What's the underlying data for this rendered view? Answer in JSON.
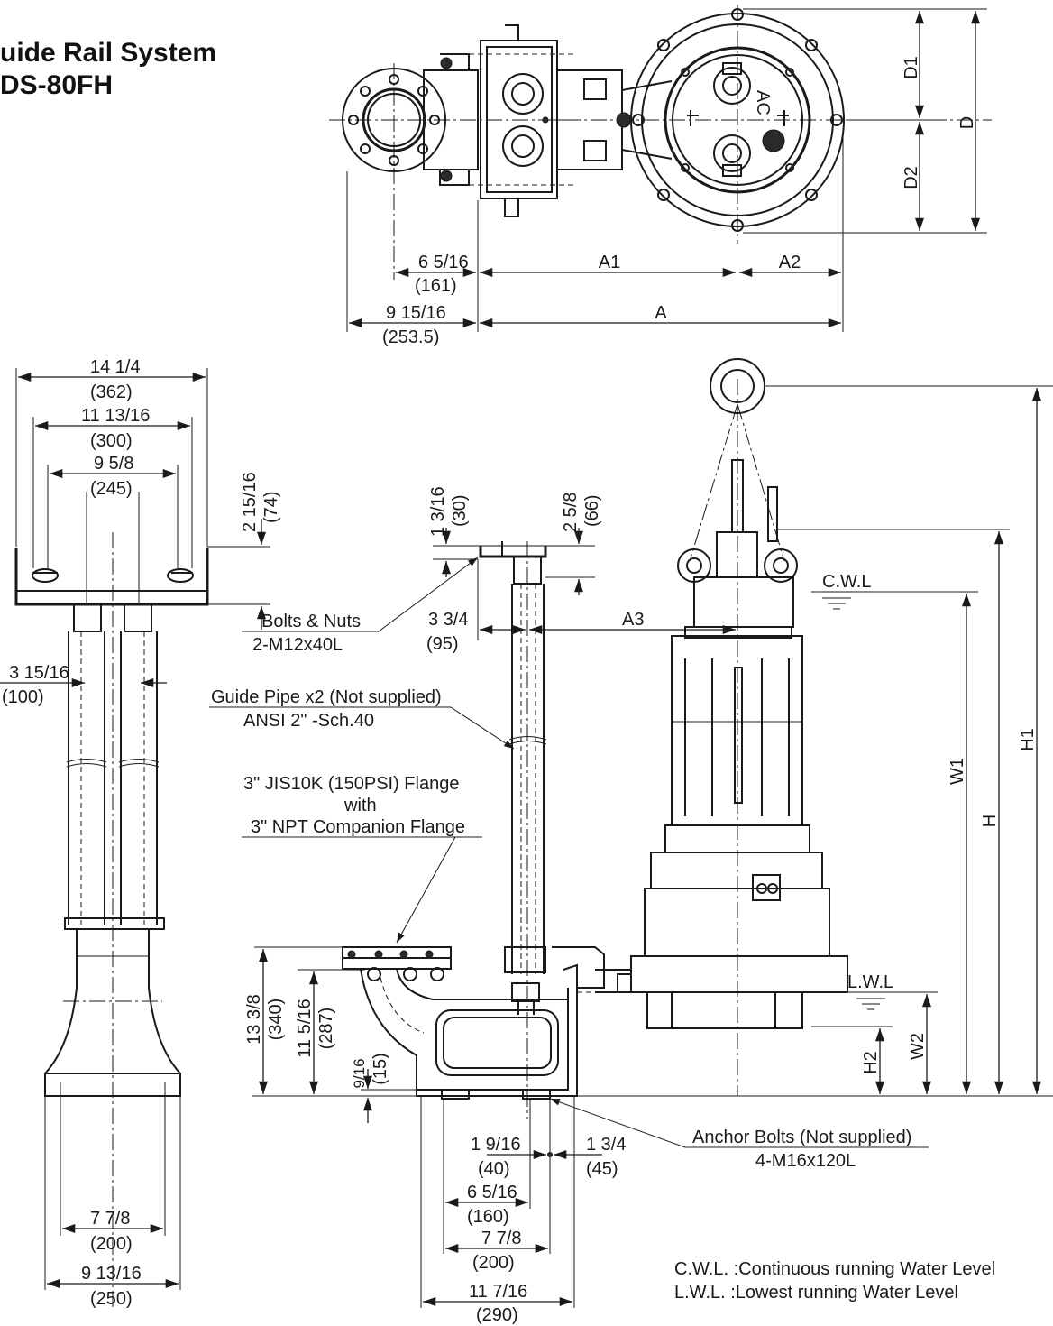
{
  "title": {
    "line1": "uide Rail System",
    "line2": "DS-80FH"
  },
  "top_view": {
    "labels": {
      "d1": "D1",
      "d": "D",
      "d2": "D2",
      "a1": "A1",
      "a2": "A2",
      "a": "A",
      "flange_offset_in": "6 5/16",
      "flange_offset_mm": "(161)",
      "flange_total_in": "9 15/16",
      "flange_total_mm": "(253.5)",
      "nameplate": "AC"
    }
  },
  "side_view": {
    "labels": {
      "width_outer_in": "14 1/4",
      "width_outer_mm": "(362)",
      "width_mid_in": "11 13/16",
      "width_mid_mm": "(300)",
      "width_inner_in": "9 5/8",
      "width_inner_mm": "(245)",
      "bracket_height_in": "2 15/16",
      "bracket_height_mm": "(74)",
      "pipe_spacing_in": "3 15/16",
      "pipe_spacing_mm": "(100)",
      "base_inner_in": "7 7/8",
      "base_inner_mm": "(200)",
      "base_outer_in": "9 13/16",
      "base_outer_mm": "(250)"
    }
  },
  "front_view": {
    "labels": {
      "top_gap_in": "1 3/16",
      "top_gap_mm": "(30)",
      "top_offset_in": "2 5/8",
      "top_offset_mm": "(66)",
      "bolt_offset_in": "3 3/4",
      "bolt_offset_mm": "(95)",
      "a3": "A3",
      "cwl": "C.W.L",
      "lwl": "L.W.L",
      "w1": "W1",
      "h": "H",
      "h1": "H1",
      "w2": "W2",
      "h2": "H2",
      "flange_height_in": "13 3/8",
      "flange_height_mm": "(340)",
      "outlet_height_in": "11 5/16",
      "outlet_height_mm": "(287)",
      "foot_in": "9/16",
      "foot_mm": "(15)",
      "anchor1_in": "1 9/16",
      "anchor1_mm": "(40)",
      "anchor2_in": "1 3/4",
      "anchor2_mm": "(45)",
      "base1_in": "6 5/16",
      "base1_mm": "(160)",
      "base2_in": "7 7/8",
      "base2_mm": "(200)",
      "base3_in": "11 7/16",
      "base3_mm": "(290)"
    },
    "callouts": {
      "bolts_line1": "Bolts & Nuts",
      "bolts_line2": "2-M12x40L",
      "guide_line1": "Guide Pipe x2 (Not supplied)",
      "guide_line2": "ANSI  2\" -Sch.40",
      "flange_line1": "3\" JIS10K (150PSI) Flange",
      "flange_line2": "with",
      "flange_line3": "3\" NPT Companion Flange",
      "anchor_line1": "Anchor Bolts (Not supplied)",
      "anchor_line2": "4-M16x120L"
    }
  },
  "legend": {
    "cwl_def": "C.W.L. :Continuous running Water Level",
    "lwl_def": "L.W.L. :Lowest running Water Level"
  }
}
